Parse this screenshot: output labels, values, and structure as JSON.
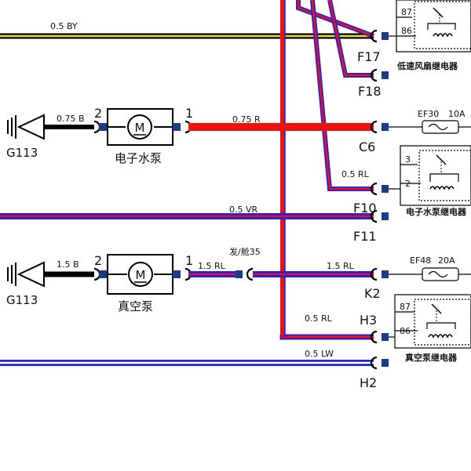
{
  "wires": {
    "by_top": "0.5 BY",
    "b_pump": "0.75 B",
    "r_pump": "0.75 R",
    "rl_f10": "0.5 RL",
    "vr_f11": "0.5 VR",
    "b_vac": "1.5 B",
    "rl_vac": "1.5 RL",
    "rl_k2": "1.5 RL",
    "rl_h3": "0.5 RL",
    "lw_h2": "0.5 LW"
  },
  "connectors": {
    "f17": "F17",
    "f18": "F18",
    "c6": "C6",
    "f10": "F10",
    "f11": "F11",
    "k2": "K2",
    "h3": "H3",
    "h2": "H2",
    "engine_bay": "发/舱35"
  },
  "pins": {
    "pump_left": "2",
    "pump_right": "1",
    "vac_left": "2",
    "vac_right": "1"
  },
  "components": {
    "water_pump": "电子水泵",
    "vacuum_pump": "真空泵",
    "motor_symbol": "M",
    "ground_top": "G113",
    "ground_bottom": "G113"
  },
  "relays": {
    "low_fan": "低速风扇继电器",
    "water_pump": "电子水泵继电器",
    "vacuum": "真空泵继电器",
    "pin_87a": "87",
    "pin_86a": "86",
    "pin_3a": "3",
    "pin_2a": "2",
    "pin_87b": "87",
    "pin_86b": "86"
  },
  "fuses": {
    "ef30": "EF30",
    "ef30_rating": "10A",
    "ef48": "EF48",
    "ef48_rating": "20A"
  },
  "colors": {
    "red": "#f01010",
    "blue": "#2020e0",
    "yellow": "#f0e000",
    "black": "#000000",
    "connector_blue": "#1a3a8a"
  }
}
